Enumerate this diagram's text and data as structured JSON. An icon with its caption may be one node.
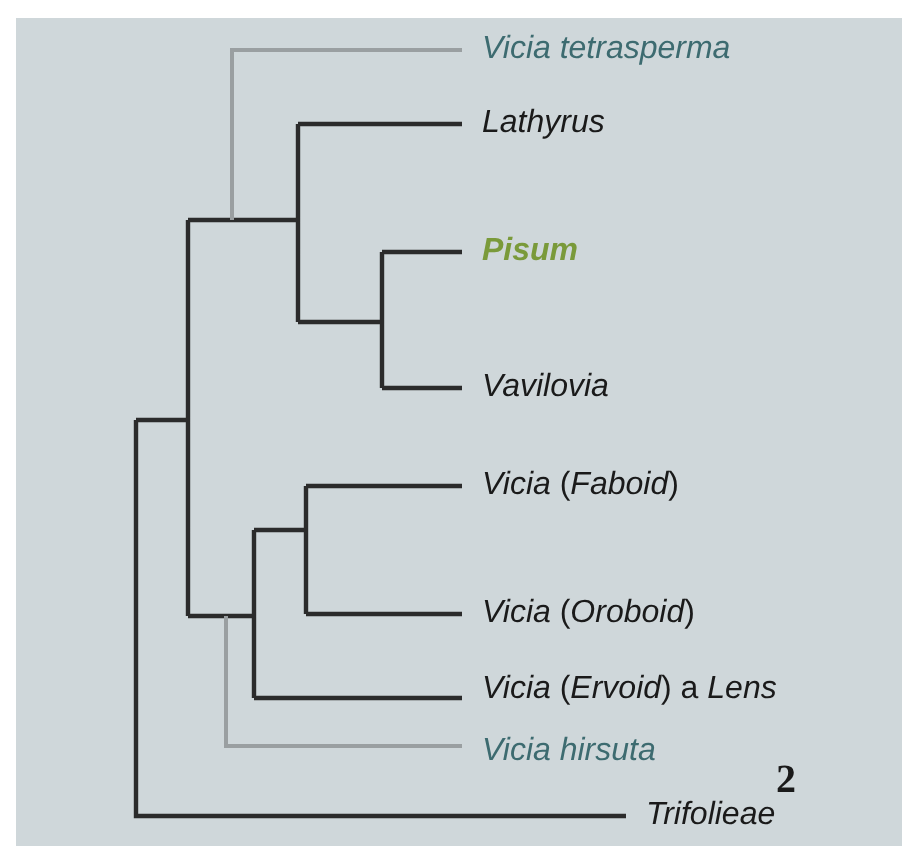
{
  "diagram": {
    "nodes": [
      {
        "text": [
          "Vicia tetrasperma"
        ]
      },
      {
        "text": [
          "Lathyrus"
        ]
      },
      {
        "text": [
          "Pisum"
        ]
      },
      {
        "text": [
          "Vavilovia"
        ]
      },
      {
        "text": [
          "*Vicia* (*Faboid*)"
        ]
      },
      {
        "text": [
          "*Vicia* (*Oroboid*)"
        ]
      },
      {
        "text": [
          "*Vicia* (*Ervoid*) a *Lens*"
        ]
      },
      {
        "text": [
          "Vicia hirsuta"
        ]
      },
      {
        "text": [
          "Trifolieae"
        ]
      }
    ],
    "labels": [
      "2"
    ]
  }
}
